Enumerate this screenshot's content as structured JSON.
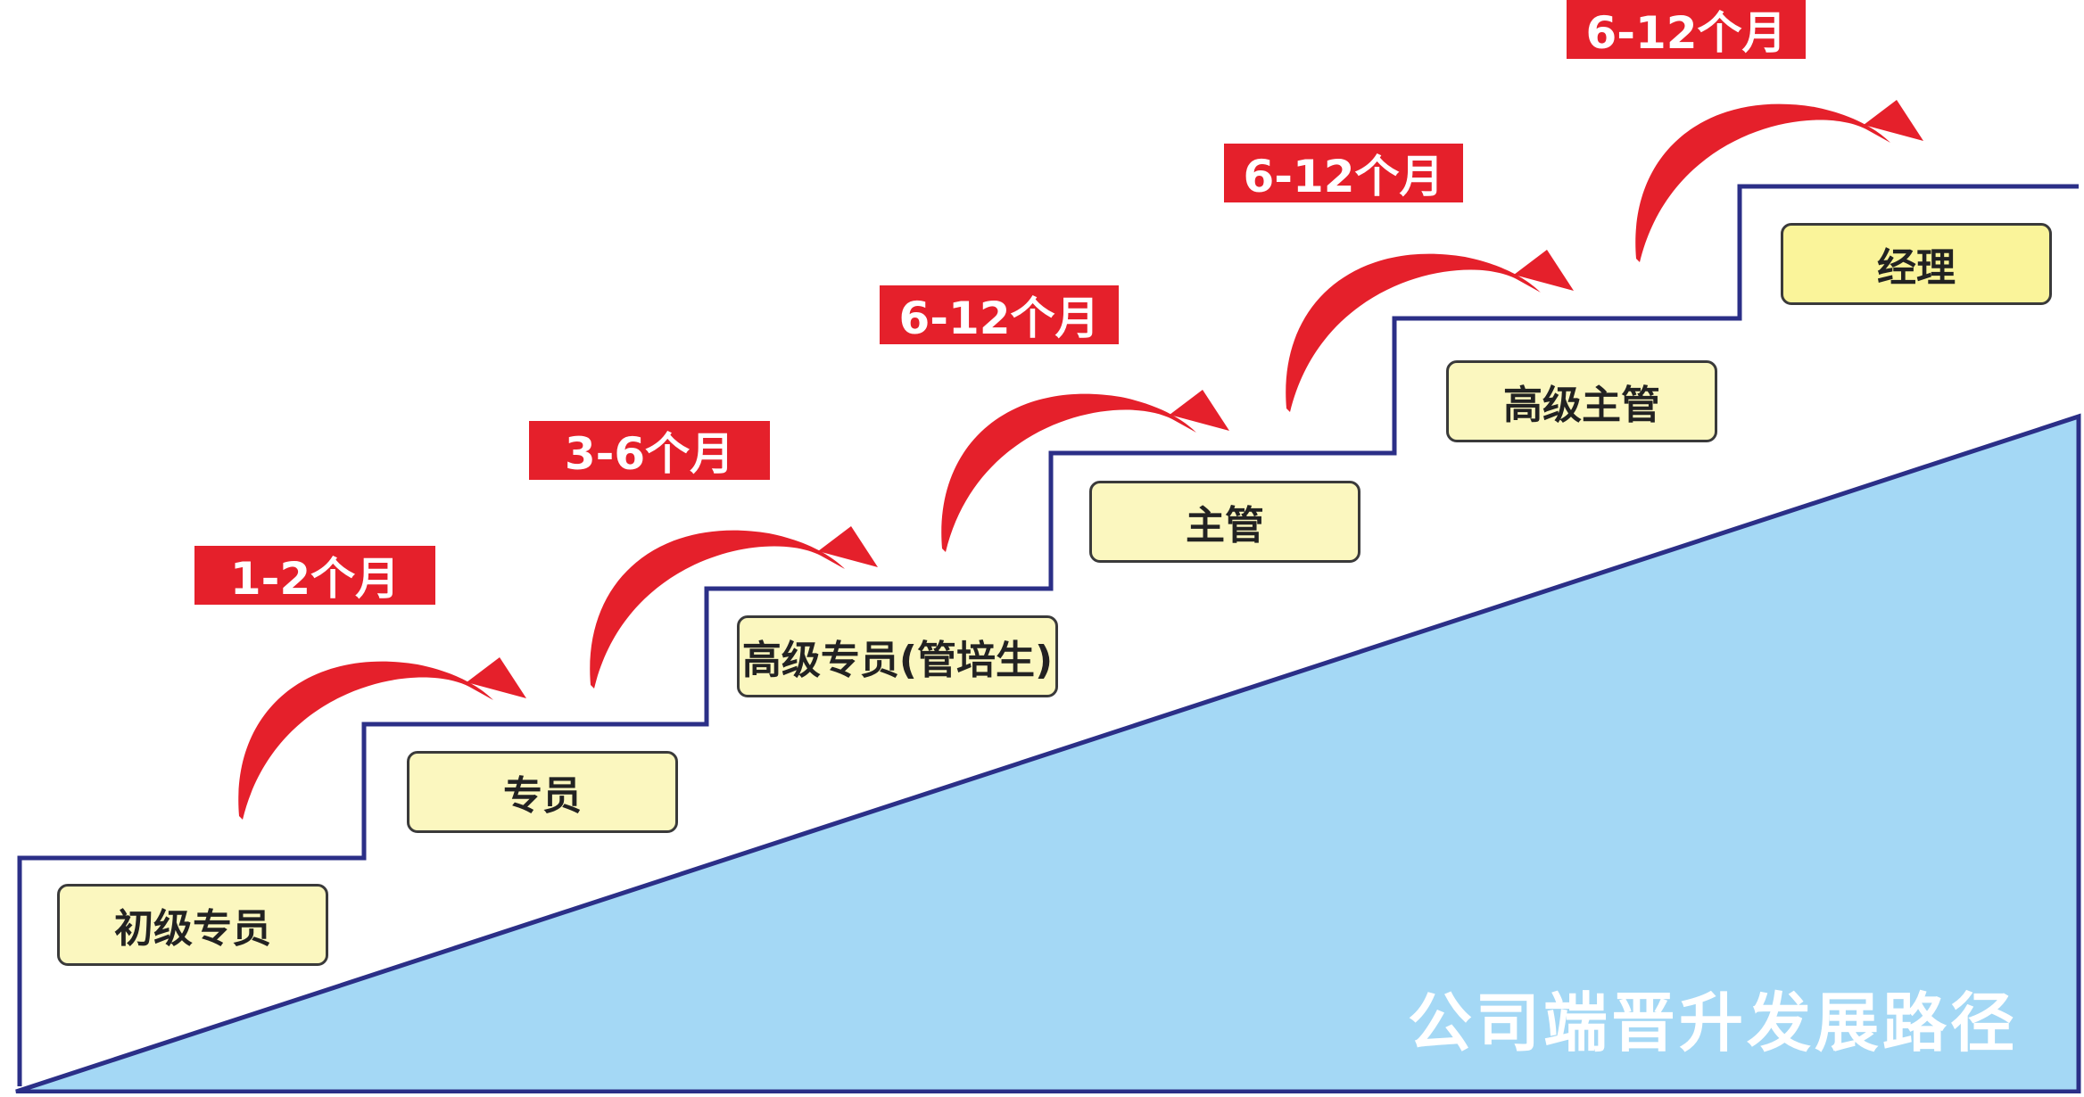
{
  "caption": "公司端晋升发展路径",
  "stages": [
    {
      "name": "初级专员"
    },
    {
      "name": "专员",
      "duration": "1-2个月"
    },
    {
      "name": "高级专员(管培生)",
      "duration": "3-6个月"
    },
    {
      "name": "主管",
      "duration": "6-12个月"
    },
    {
      "name": "高级主管",
      "duration": "6-12个月"
    },
    {
      "name": "经理",
      "duration": "6-12个月"
    }
  ],
  "colors": {
    "stair_line": "#2b2f87",
    "ramp_fill": "#a4d8f5",
    "arrow": "#e5202b",
    "label_bg": "#fbf7bf",
    "label_bg_highlight": "#faf49a",
    "duration_bg": "#e5202b"
  }
}
